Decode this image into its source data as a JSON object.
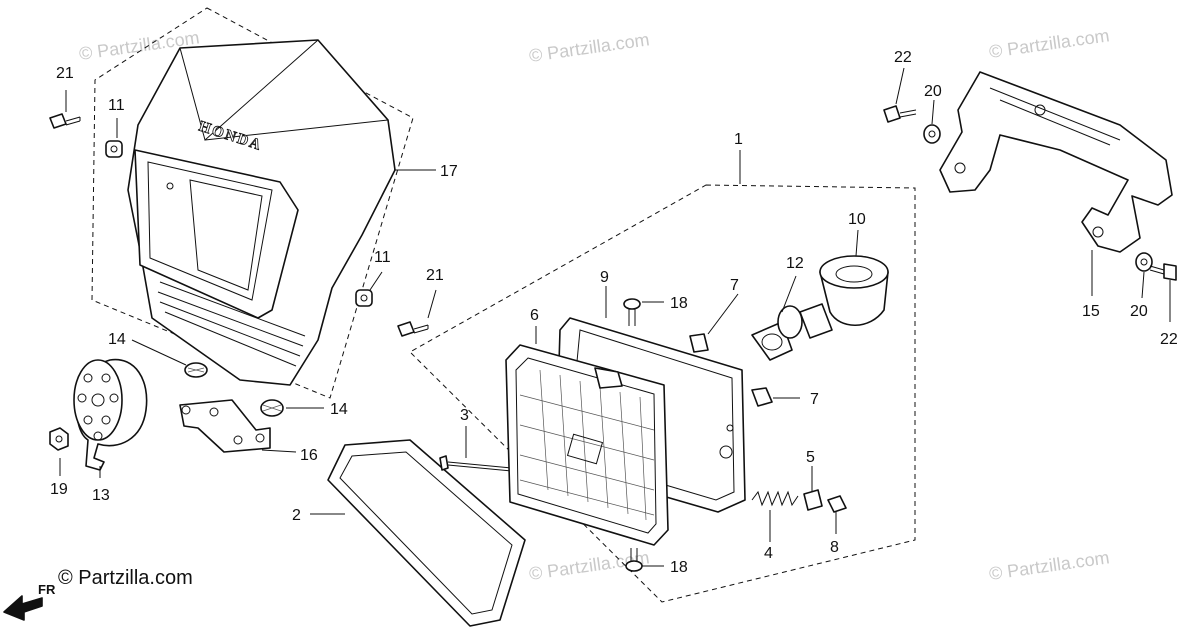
{
  "watermark": "© Partzilla.com",
  "copyright": "© Partzilla.com",
  "direction_label": "FR",
  "brand_text": "HONDA",
  "callouts": {
    "c1": "1",
    "c2": "2",
    "c3": "3",
    "c4": "4",
    "c5": "5",
    "c6": "6",
    "c7a": "7",
    "c7b": "7",
    "c8": "8",
    "c9": "9",
    "c10": "10",
    "c11a": "11",
    "c11b": "11",
    "c12": "12",
    "c13": "13",
    "c14a": "14",
    "c14b": "14",
    "c15": "15",
    "c16": "16",
    "c17": "17",
    "c18a": "18",
    "c18b": "18",
    "c19": "19",
    "c20a": "20",
    "c20b": "20",
    "c21a": "21",
    "c21b": "21",
    "c22a": "22",
    "c22b": "22"
  }
}
